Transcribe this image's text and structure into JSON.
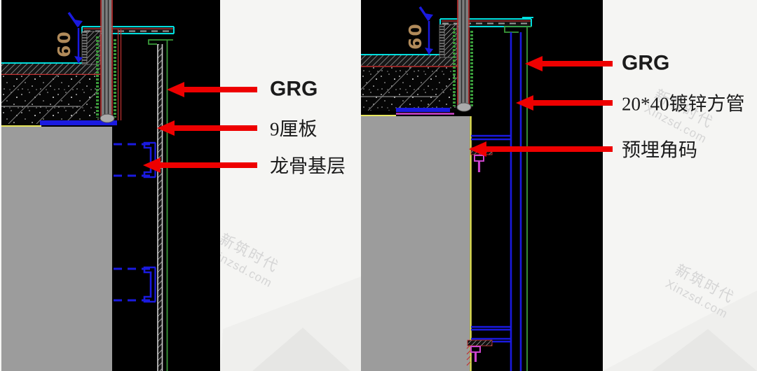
{
  "page": {
    "background": "#f5f5f3",
    "panel_background": "#000000"
  },
  "colors": {
    "arrow_red": "#ee0000",
    "cad_cyan": "#00dede",
    "cad_red": "#c23232",
    "cad_green": "#3a9a3a",
    "cad_blue": "#1a1ae0",
    "cad_yellow": "#e6e65c",
    "cad_magenta": "#cc44cc",
    "wall_gray": "#9c9c9c",
    "dimension_brown": "#b08a5a",
    "label_color": "#1b1b1b",
    "watermark_gray": "#d5d5d5"
  },
  "panels": {
    "left": {
      "dimension_label": "60",
      "annotations": [
        {
          "label": "GRG"
        },
        {
          "label": "9厘板"
        },
        {
          "label": "龙骨基层"
        }
      ]
    },
    "right": {
      "dimension_label": "60",
      "annotations": [
        {
          "label": "GRG"
        },
        {
          "label": "20*40镀锌方管"
        },
        {
          "label": "预埋角码"
        }
      ]
    }
  },
  "watermark": {
    "line1": "新筑时代",
    "line2": "Xinzsd.com"
  }
}
